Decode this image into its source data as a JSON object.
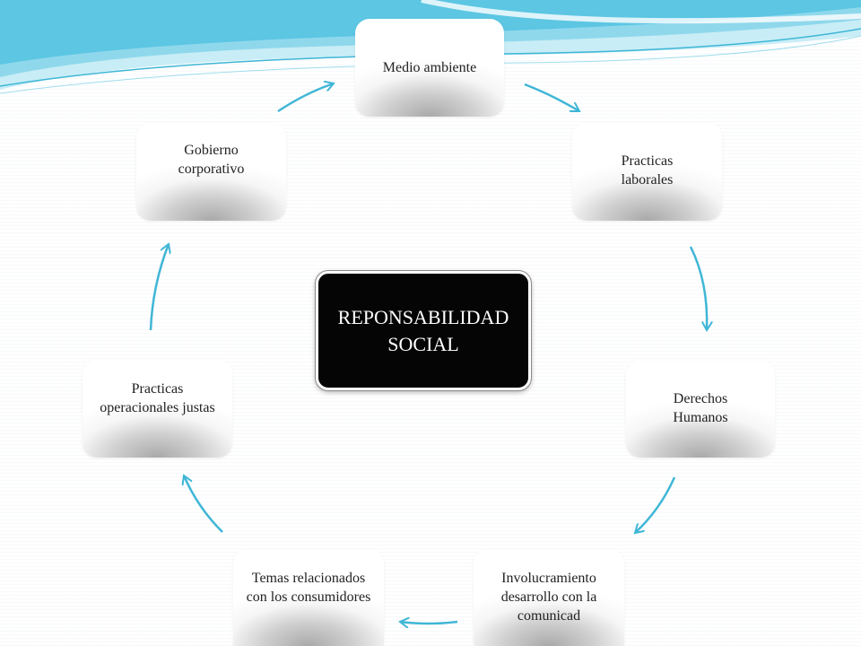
{
  "diagram": {
    "center_label": "REPONSABILIDAD SOCIAL",
    "nodes": [
      {
        "id": "medio-ambiente",
        "label": "Medio ambiente"
      },
      {
        "id": "practicas-laborales",
        "label": "Practicas laborales"
      },
      {
        "id": "derechos-humanos",
        "label": "Derechos Humanos"
      },
      {
        "id": "involucramiento",
        "label": "Involucramiento desarrollo con la comunicad"
      },
      {
        "id": "temas-consumidores",
        "label": "Temas relacionados con los consumidores"
      },
      {
        "id": "practicas-operacionales",
        "label": "Practicas operacionales justas"
      },
      {
        "id": "gobierno-corporativo",
        "label": "Gobierno corporativo"
      }
    ],
    "colors": {
      "arrow": "#3fb6d6",
      "wave_light": "#bfe8f3",
      "wave_mid": "#5cc6e3",
      "center_bg": "#050505"
    }
  }
}
